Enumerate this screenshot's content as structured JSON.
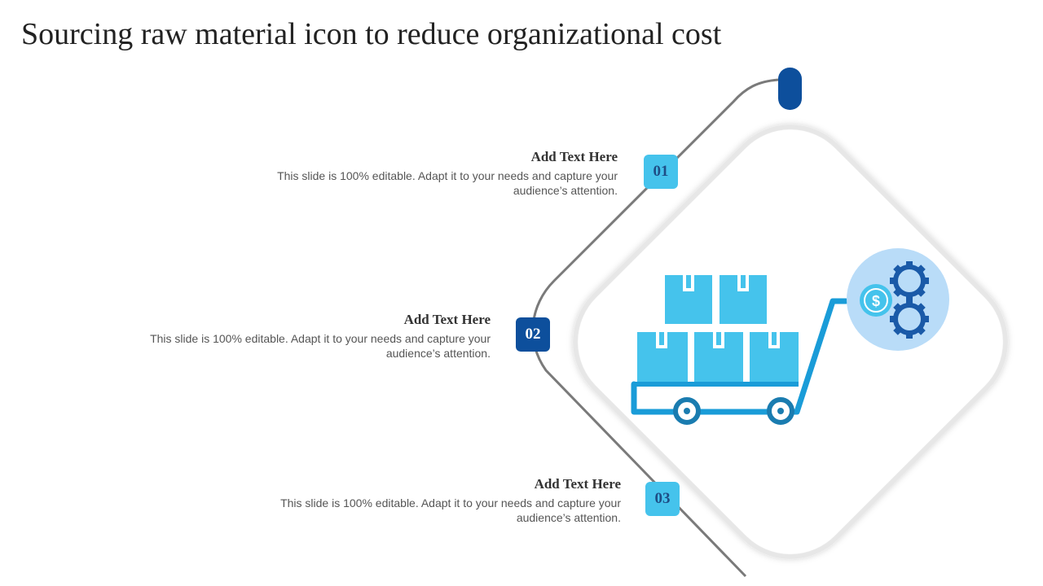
{
  "title": "Sourcing raw material icon to reduce organizational cost",
  "steps": [
    {
      "number": "01",
      "heading": "Add Text Here",
      "body": "This slide is 100% editable. Adapt it to your needs and capture your audience’s attention."
    },
    {
      "number": "02",
      "heading": "Add Text Here",
      "body": "This slide is 100% editable. Adapt it to your needs and capture your audience’s attention."
    },
    {
      "number": "03",
      "heading": "Add Text Here",
      "body": "This slide is 100% editable. Adapt it to your needs and capture your audience’s attention."
    }
  ],
  "icons": {
    "center": "cart-with-boxes-icon",
    "badge": "dollar-gears-icon"
  },
  "colors": {
    "light_blue": "#45c3ec",
    "dark_blue": "#0d4f9c",
    "cart_blue": "#1a9cd8",
    "circle_blue": "#b9dcf8",
    "gear_blue": "#1a5aa8"
  }
}
